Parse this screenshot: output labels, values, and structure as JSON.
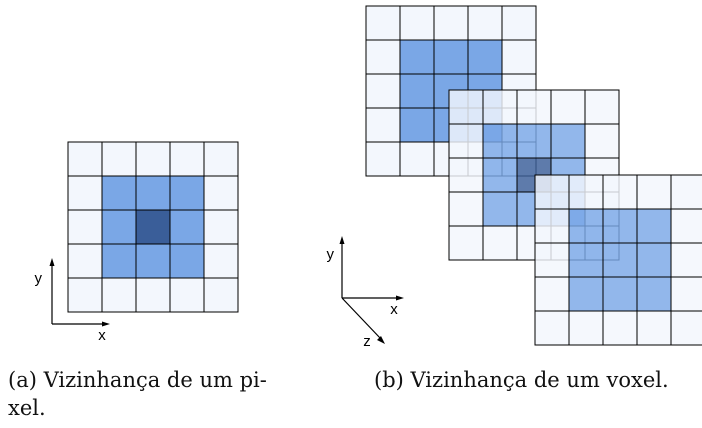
{
  "colors": {
    "cell_light": "#f3f7fd",
    "cell_mid": "#7aa7e6",
    "cell_center": "#3a5e99",
    "grid_line": "#000000",
    "axis_line": "#000000"
  },
  "pixel_figure": {
    "grid_size": 5,
    "neighborhood": "3x3",
    "axis_labels": {
      "x": "x",
      "y": "y"
    },
    "caption": "(a) Vizinhança de um pi- xel."
  },
  "voxel_figure": {
    "grid_size": 5,
    "layers": [
      {
        "name": "back-layer",
        "has_center": false
      },
      {
        "name": "middle-layer",
        "has_center": true
      },
      {
        "name": "front-layer",
        "has_center": false
      }
    ],
    "axis_labels": {
      "x": "x",
      "y": "y",
      "z": "z"
    },
    "caption": "(b) Vizinhança de um voxel."
  }
}
